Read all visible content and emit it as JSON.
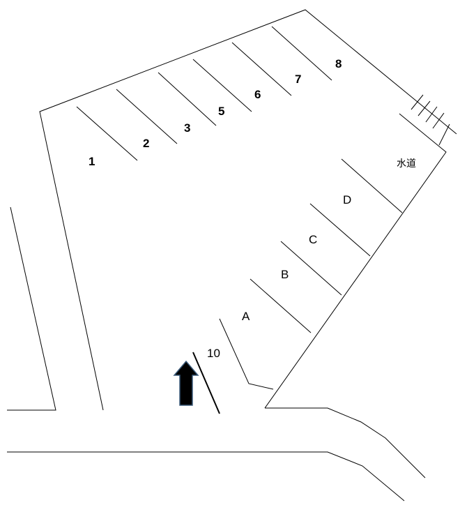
{
  "diagram": {
    "spaces_top": [
      "1",
      "2",
      "3",
      "5",
      "6",
      "7",
      "8"
    ],
    "spaces_right": [
      "A",
      "B",
      "C",
      "D"
    ],
    "space_10": "10",
    "water_label": "水道",
    "entrance_arrow": "arrow-up-icon"
  }
}
